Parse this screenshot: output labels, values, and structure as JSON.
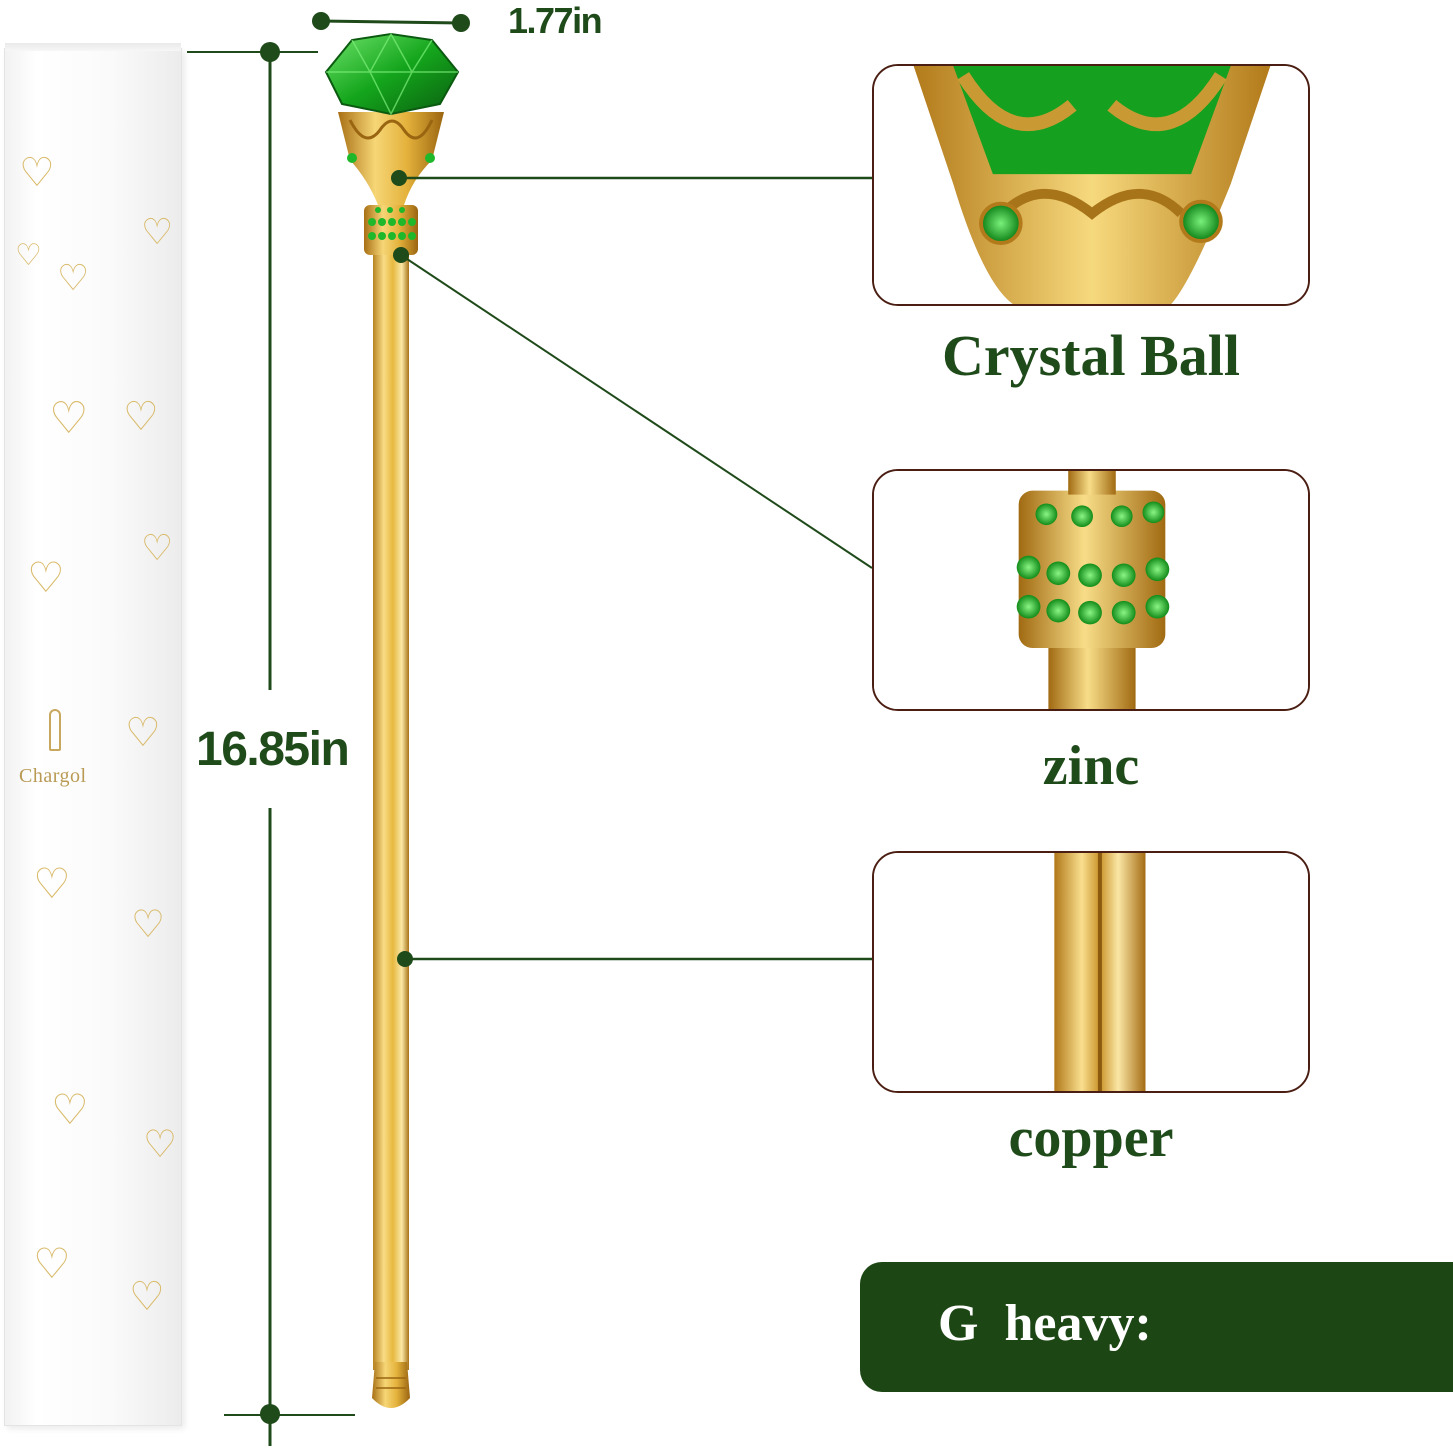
{
  "dimensions": {
    "width_label": "1.77in",
    "height_label": "16.85in"
  },
  "box": {
    "brand": "Chargol"
  },
  "details": [
    {
      "caption": "Crystal Ball"
    },
    {
      "caption": "zinc"
    },
    {
      "caption": "copper"
    }
  ],
  "weight": {
    "label": "G  heavy:"
  },
  "colors": {
    "accent_green": "#1f4a1a",
    "panel_border": "#4a1e12",
    "gold": "#e7b93f",
    "crystal_green": "#14a51c"
  }
}
